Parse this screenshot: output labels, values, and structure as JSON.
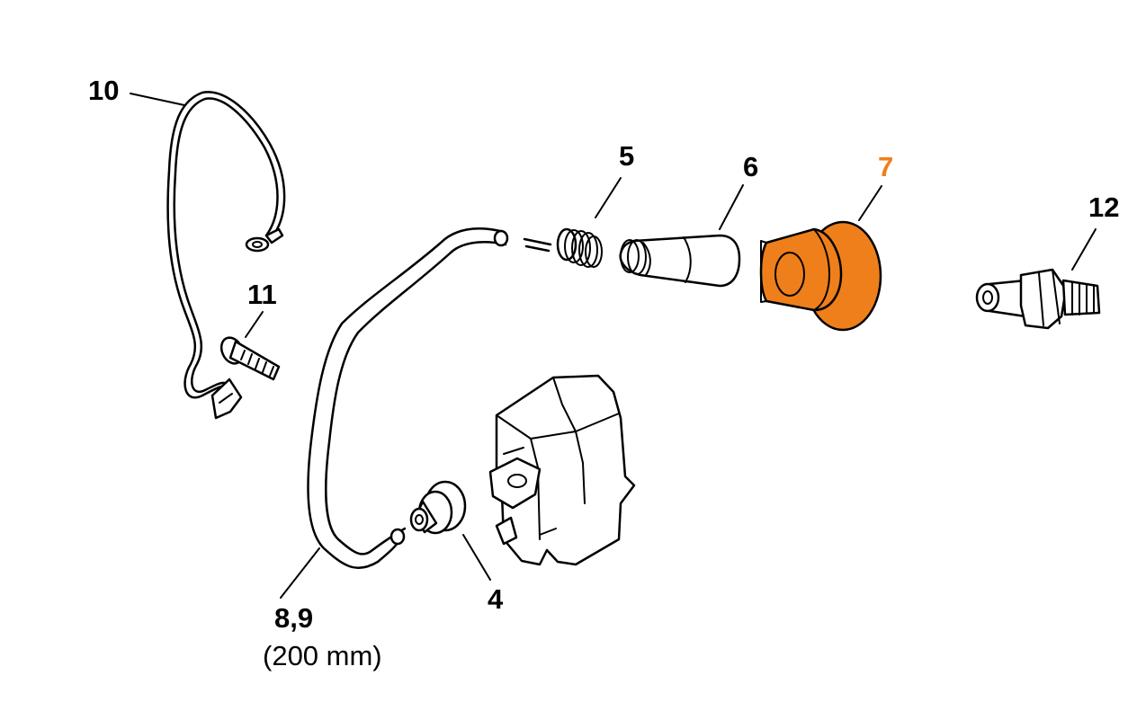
{
  "diagram": {
    "highlight_color": "#ef7f1a",
    "parts": [
      {
        "id": "4",
        "label": "4",
        "highlighted": false
      },
      {
        "id": "5",
        "label": "5",
        "highlighted": false
      },
      {
        "id": "6",
        "label": "6",
        "highlighted": false
      },
      {
        "id": "7",
        "label": "7",
        "highlighted": true
      },
      {
        "id": "8,9",
        "label": "8,9",
        "note": "(200 mm)",
        "highlighted": false
      },
      {
        "id": "10",
        "label": "10",
        "highlighted": false
      },
      {
        "id": "11",
        "label": "11",
        "highlighted": false
      },
      {
        "id": "12",
        "label": "12",
        "highlighted": false
      }
    ]
  }
}
